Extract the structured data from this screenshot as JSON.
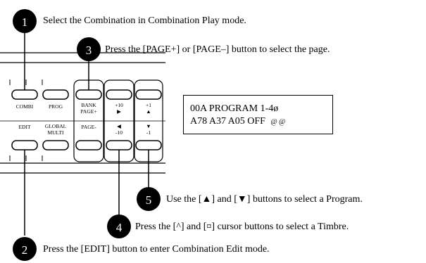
{
  "steps": [
    {
      "number": "1",
      "text": "Select the Combination in Combination Play mode."
    },
    {
      "number": "3",
      "text": "Press the [PAGE+] or [PAGE–] button to select the page."
    },
    {
      "number": "5",
      "text": "Use the [▲] and [▼] buttons to select a Program."
    },
    {
      "number": "4",
      "text": "Press the [^] and [¤] cursor buttons to select a Timbre."
    },
    {
      "number": "2",
      "text": "Press the [EDIT] button to enter Combination Edit mode."
    }
  ],
  "panel": {
    "top_row": [
      {
        "line1": "COMBI",
        "line2": ""
      },
      {
        "line1": "PROG",
        "line2": ""
      },
      {
        "line1": "BANK",
        "line2": "PAGE+"
      },
      {
        "line1": "+10",
        "line2": "▶"
      },
      {
        "line1": "+1",
        "line2": "▲"
      }
    ],
    "bottom_row": [
      {
        "line1": "EDIT",
        "line2": ""
      },
      {
        "line1": "GLOBAL",
        "line2": "MULTI"
      },
      {
        "line1": "PAGE-",
        "line2": ""
      },
      {
        "line1": "◀",
        "line2": "-10"
      },
      {
        "line1": "▼",
        "line2": "-1"
      }
    ]
  },
  "lcd": {
    "line1": "00A PROGRAM 1-4ø",
    "line2_text": "A78 A37 A05 OFF",
    "line2_symbols": "@  @"
  }
}
